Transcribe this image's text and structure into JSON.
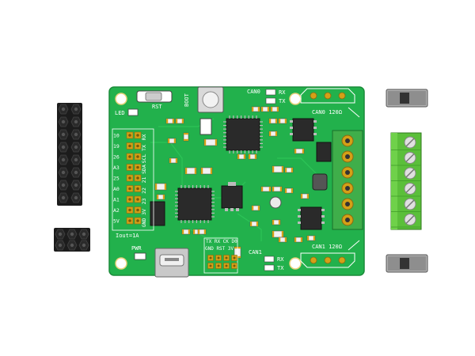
{
  "colors": {
    "pcb": "#22b14c",
    "pcb_edge": "#1a8c3a",
    "header_black": "#1c1c1c",
    "gold": "#d4a017",
    "terminal_green": "#5bbf3a",
    "switch_gray": "#9a9a9a",
    "chip_black": "#222222"
  },
  "board": {
    "buttons": {
      "rst": "RST",
      "boot": "BOOT"
    },
    "leds": {
      "led": "LED",
      "pwr": "PWR",
      "rx0": "RX",
      "tx0": "TX",
      "rx1": "RX",
      "tx1": "TX"
    },
    "can": {
      "can0": "CAN0",
      "can1": "CAN1",
      "can0_term": "CAN0 120Ω",
      "can1_term": "CAN1 120Ω"
    },
    "left_pins": [
      "10",
      "19",
      "26",
      "A3",
      "25",
      "A0",
      "A1",
      "A2",
      "5V"
    ],
    "right_pins": [
      "RX",
      "TX",
      "SCL",
      "SDA",
      "21",
      "22",
      "23",
      "3V",
      "GND"
    ],
    "iout": "Iout=1A",
    "bottom_header_top": "TX RX CK D0",
    "bottom_header_bottom": "GND RST 3V"
  }
}
